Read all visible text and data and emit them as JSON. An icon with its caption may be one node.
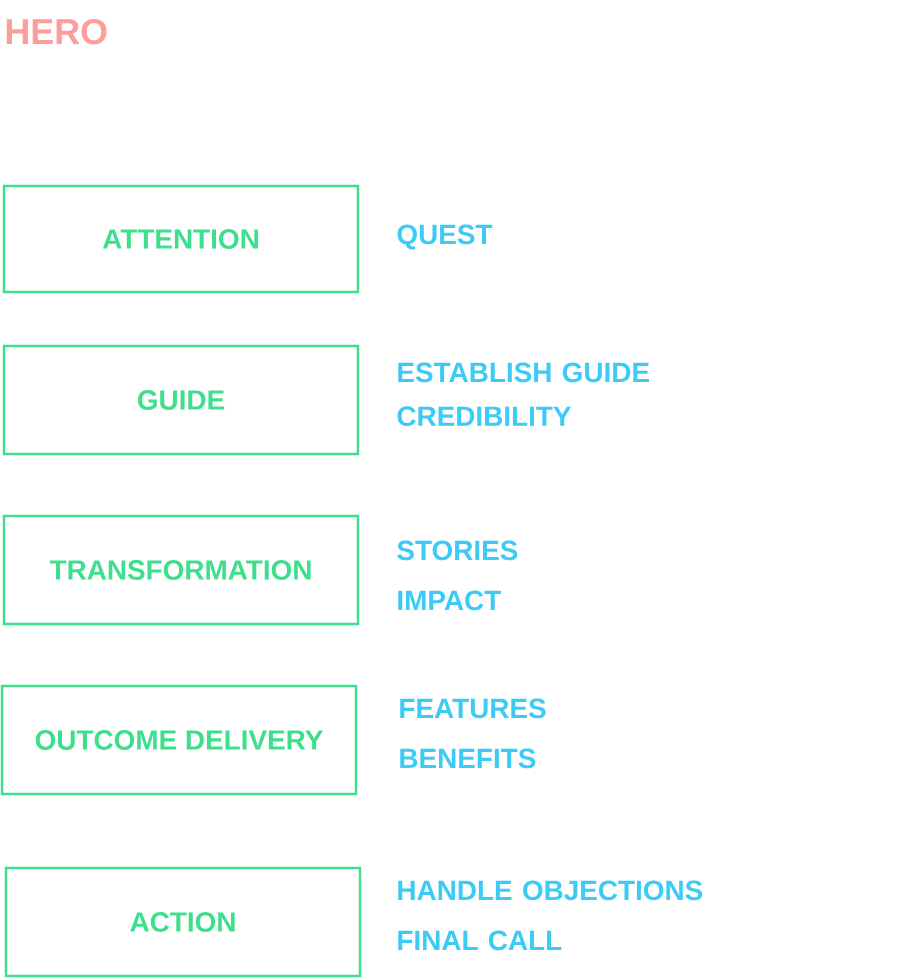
{
  "diagram": {
    "title": "HERO",
    "nodes": [
      {
        "text": [
          "ATTENTION"
        ],
        "beside": [
          "QUEST"
        ]
      },
      {
        "text": [
          "GUIDE"
        ],
        "beside": [
          "ESTABLISH GUIDE CREDIBILITY"
        ]
      },
      {
        "text": [
          "TRANSFORMATION"
        ],
        "beside": [
          "STORIES",
          "IMPACT"
        ]
      },
      {
        "text": [
          "OUTCOME DELIVERY"
        ],
        "beside": [
          "FEATURES",
          "BENEFITS"
        ]
      },
      {
        "text": [
          "ACTION"
        ],
        "beside": [
          "HANDLE OBJECTIONS",
          "FINAL CALL"
        ]
      }
    ]
  }
}
